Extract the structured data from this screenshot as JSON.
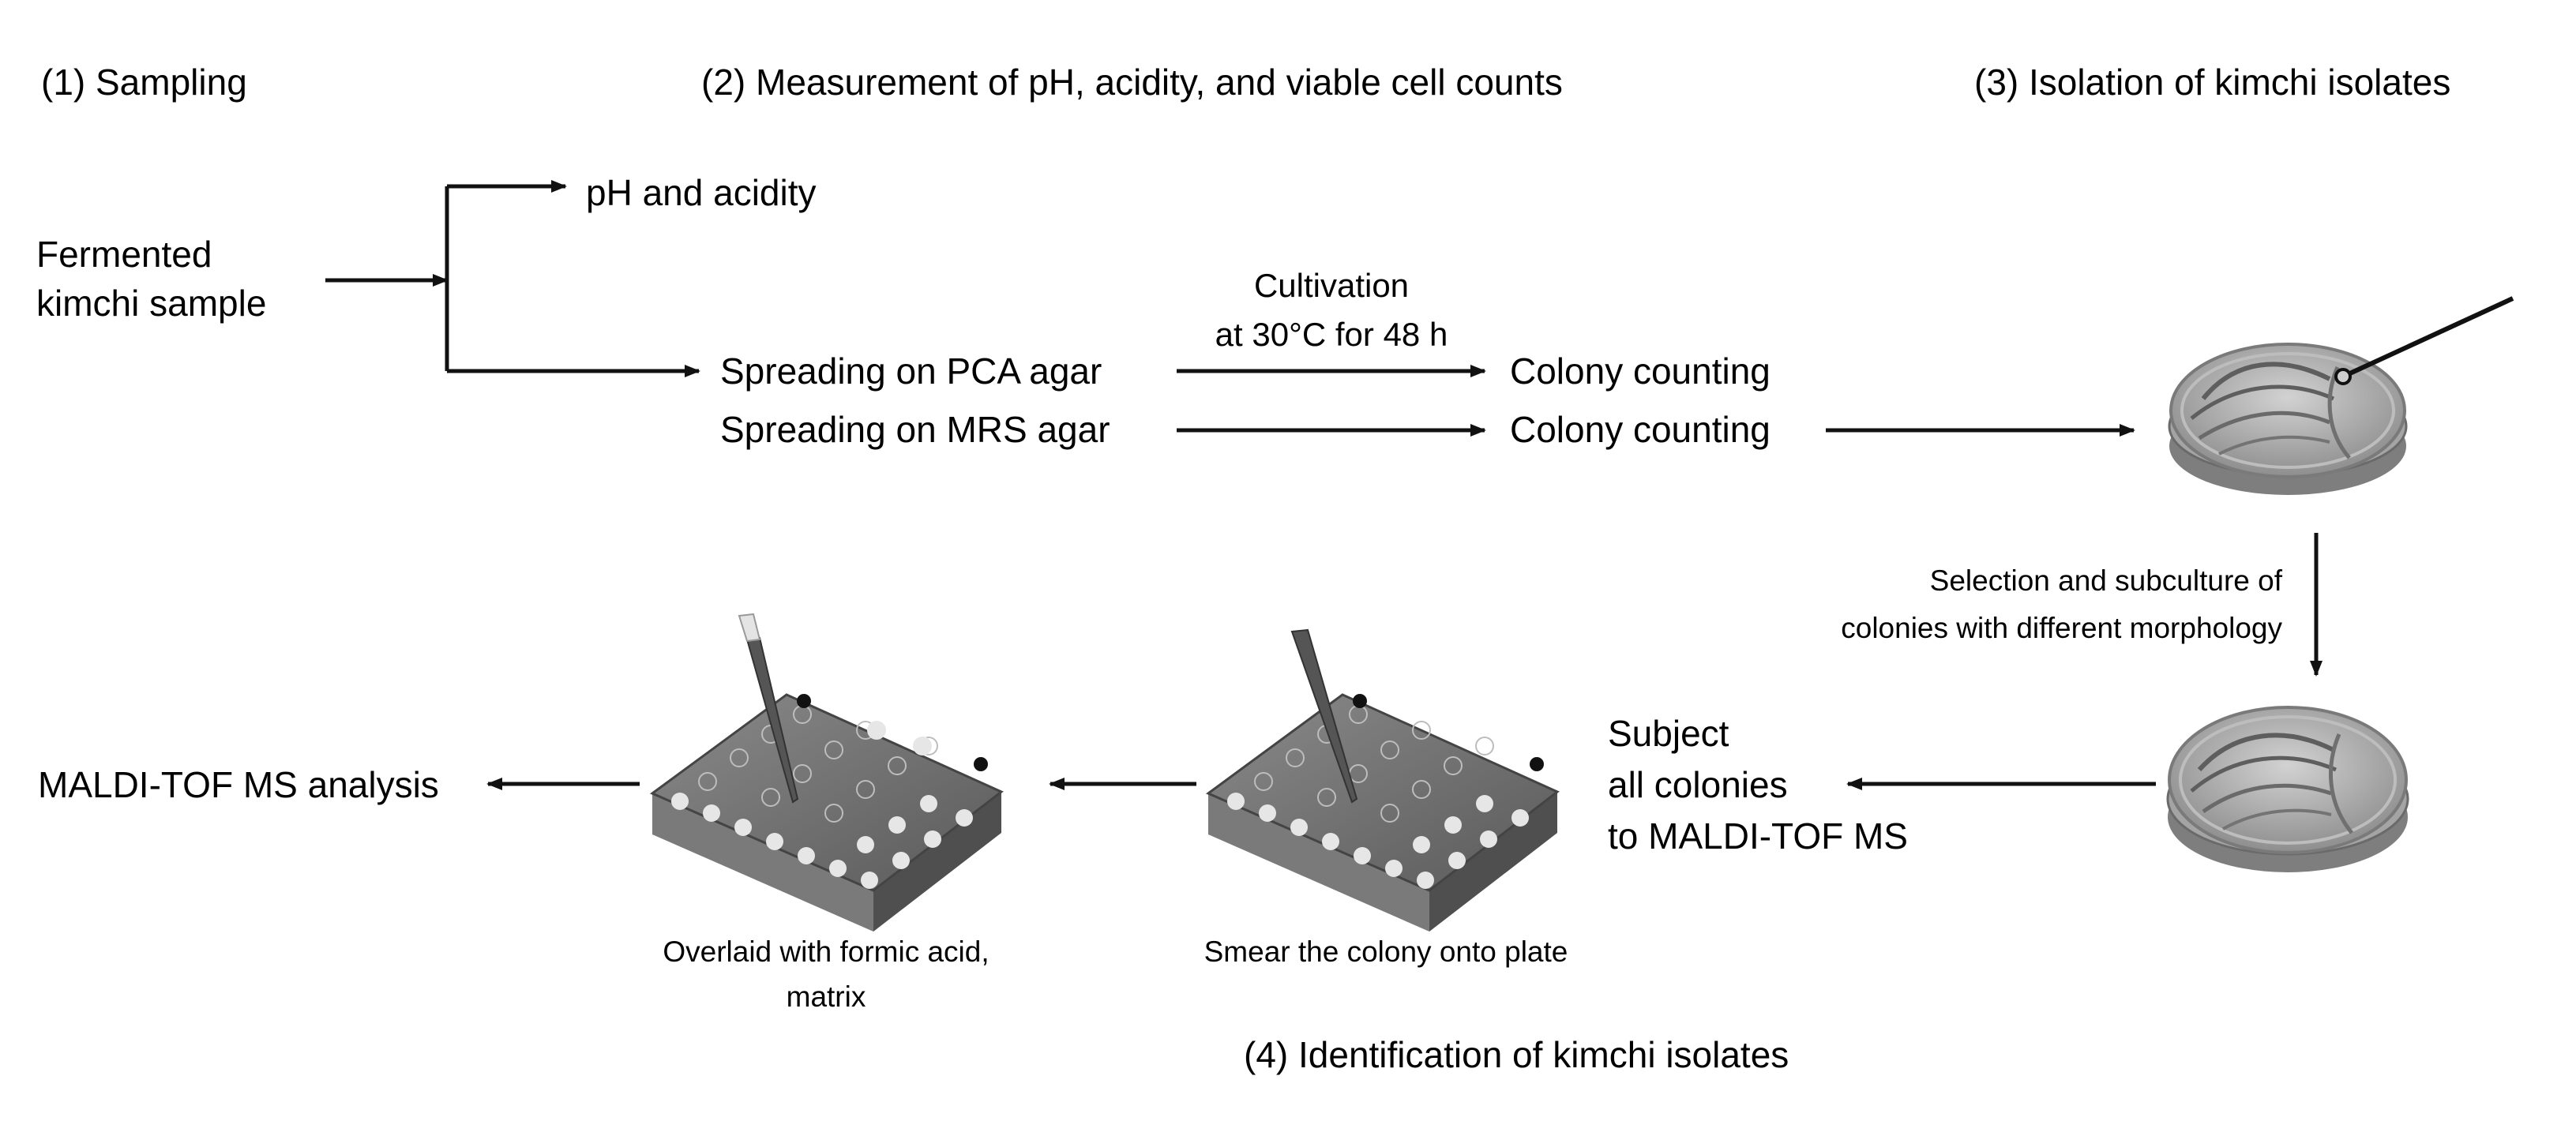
{
  "sections": {
    "s1": "(1) Sampling",
    "s2": "(2) Measurement of pH, acidity, and viable cell counts",
    "s3": "(3) Isolation of kimchi isolates",
    "s4": "(4) Identification of kimchi isolates"
  },
  "nodes": {
    "sample_line1": "Fermented",
    "sample_line2": "kimchi sample",
    "ph_acidity": "pH and acidity",
    "spread_pca": "Spreading on PCA agar",
    "spread_mrs": "Spreading on MRS agar",
    "cultivation_line1": "Cultivation",
    "cultivation_line2": "at 30°C for 48 h",
    "colony_count_1": "Colony counting",
    "colony_count_2": "Colony counting",
    "selection_line1": "Selection and subculture of",
    "selection_line2": "colonies with different morphology",
    "subject_line1": "Subject",
    "subject_line2": "all colonies",
    "subject_line3": "to MALDI-TOF MS",
    "smear": "Smear the colony onto plate",
    "overlaid_line1": "Overlaid with formic acid,",
    "overlaid_line2": "matrix",
    "maldi_analysis": "MALDI-TOF MS analysis"
  },
  "icons": {
    "petri_dish_top": "petri-dish-with-inoculation-loop",
    "petri_dish_bottom": "petri-dish-subculture",
    "target_plate_smear": "maldi-target-plate-with-pipette",
    "target_plate_overlay": "maldi-target-plate-with-pipette"
  },
  "colors": {
    "line": "#111111",
    "plate_top": "#6b6b6b",
    "dish": "#a9a9a9"
  }
}
